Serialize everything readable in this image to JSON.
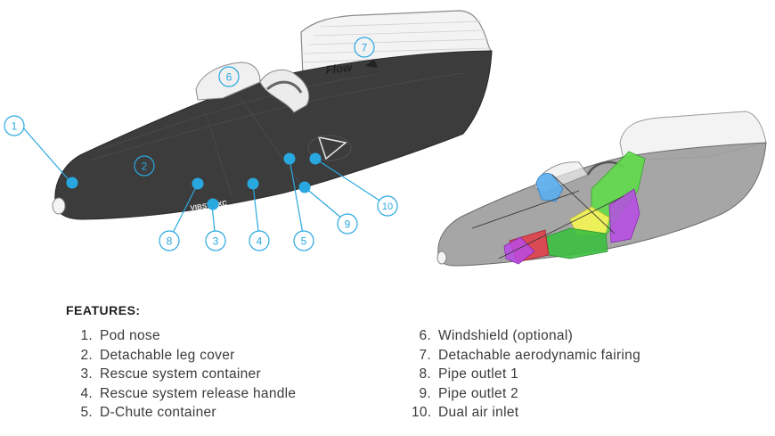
{
  "features": {
    "title": "FEATURES:",
    "items": [
      {
        "num": "1.",
        "label": "Pod nose"
      },
      {
        "num": "2.",
        "label": "Detachable leg cover"
      },
      {
        "num": "3.",
        "label": "Rescue system container"
      },
      {
        "num": "4.",
        "label": "Rescue system release handle"
      },
      {
        "num": "5.",
        "label": "D-Chute container"
      },
      {
        "num": "6.",
        "label": "Windshield (optional)"
      },
      {
        "num": "7.",
        "label": "Detachable aerodynamic fairing"
      },
      {
        "num": "8.",
        "label": "Pipe outlet 1"
      },
      {
        "num": "9.",
        "label": "Pipe outlet 2"
      },
      {
        "num": "10.",
        "label": "Dual air inlet"
      }
    ]
  },
  "callouts": [
    "1",
    "2",
    "3",
    "4",
    "5",
    "6",
    "7",
    "8",
    "9",
    "10"
  ],
  "product": {
    "brand_mark": "Flow",
    "model_mark": "VIBSTA XC"
  },
  "colors": {
    "pod_body": "#3c3c3c",
    "fairing": "#f2f2f2",
    "accent": "#29a8e0",
    "ghost_body": "#9a9a9a",
    "compartment_blue": "#5aaef0",
    "compartment_green": "#5fdc4a",
    "compartment_yellow": "#f2f25a",
    "compartment_purple": "#b84ae6",
    "compartment_red": "#e0404a"
  }
}
